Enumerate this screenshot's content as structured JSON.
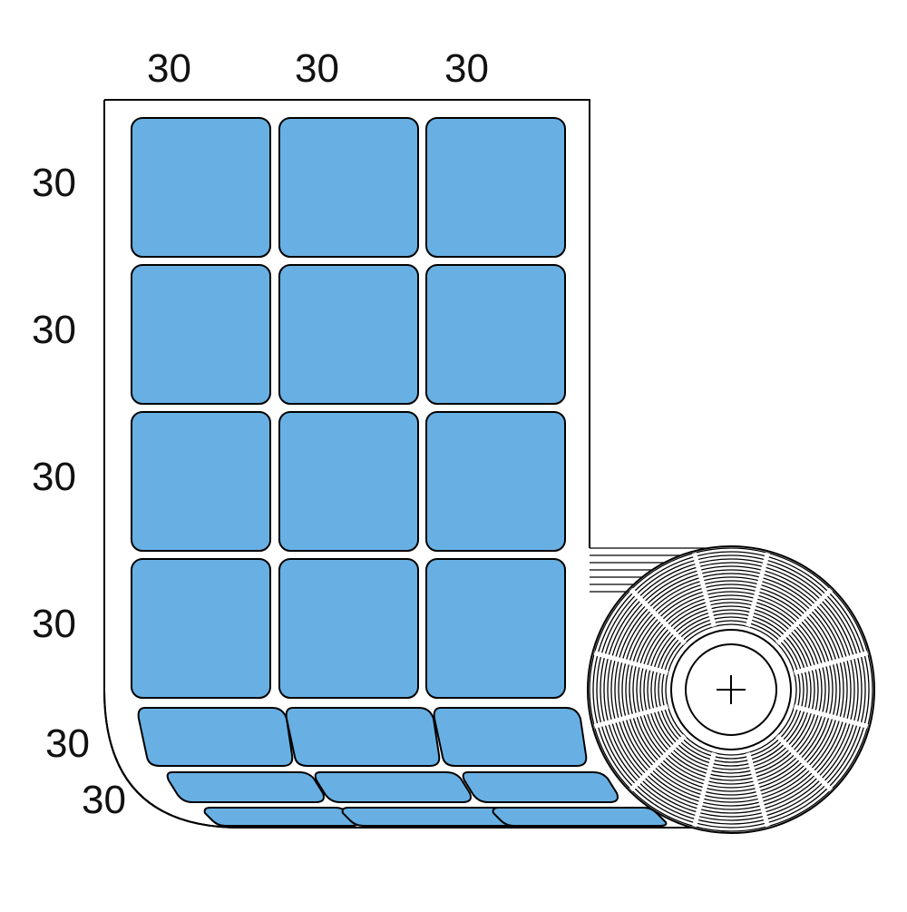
{
  "dimensions": {
    "column_widths": [
      "30",
      "30",
      "30"
    ],
    "row_heights": [
      "30",
      "30",
      "30",
      "30",
      "30",
      "30"
    ]
  },
  "colors": {
    "label_fill": "#68b0e3",
    "outline": "#000000",
    "backing": "#ffffff"
  },
  "icons": {
    "roll_core_center": "crosshair-icon"
  }
}
